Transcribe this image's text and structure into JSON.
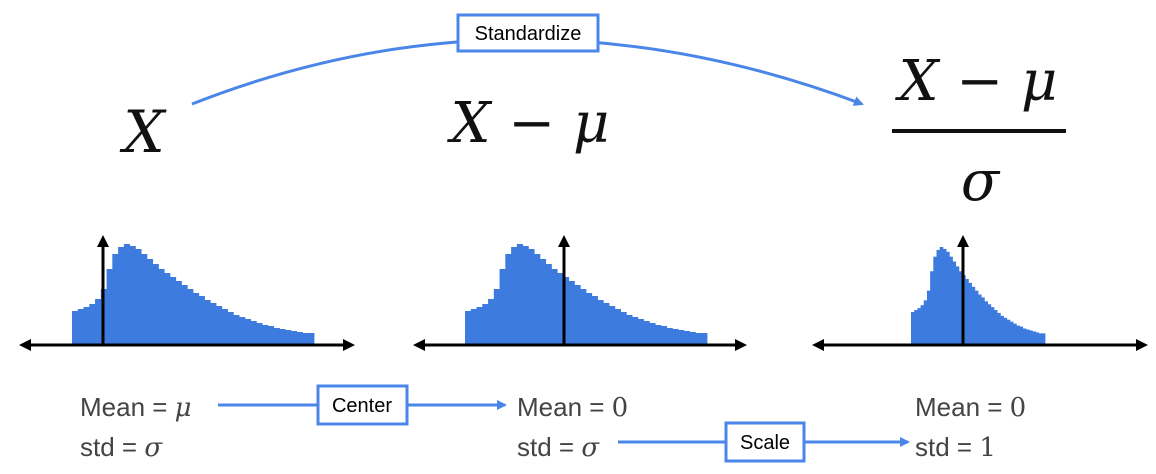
{
  "formulas": {
    "x": "X",
    "centered": "X − μ",
    "std_numerator": "X − μ",
    "std_denominator": "σ"
  },
  "labels": {
    "standardize": "Standardize",
    "center": "Center",
    "scale": "Scale"
  },
  "stats": {
    "original": {
      "mean_prefix": "Mean = ",
      "mean_value": "μ",
      "std_prefix": "std = ",
      "std_value": "σ"
    },
    "centered": {
      "mean_prefix": "Mean = ",
      "mean_value": "0",
      "std_prefix": "std = ",
      "std_value": "σ"
    },
    "standardized": {
      "mean_prefix": "Mean = ",
      "mean_value": "0",
      "std_prefix": "std = ",
      "std_value": "1"
    }
  },
  "colors": {
    "accent": "#4a86e8",
    "bar": "#3d7bdf",
    "text_gray": "#444444",
    "axis": "#000000"
  },
  "histogram_profile": [
    0.33,
    0.35,
    0.37,
    0.4,
    0.45,
    0.55,
    0.75,
    0.9,
    0.97,
    1.0,
    0.98,
    0.95,
    0.9,
    0.85,
    0.8,
    0.75,
    0.71,
    0.67,
    0.63,
    0.59,
    0.55,
    0.51,
    0.48,
    0.44,
    0.41,
    0.38,
    0.35,
    0.32,
    0.29,
    0.27,
    0.25,
    0.23,
    0.21,
    0.19,
    0.18,
    0.16,
    0.15,
    0.14,
    0.13,
    0.12,
    0.11,
    0.11
  ]
}
